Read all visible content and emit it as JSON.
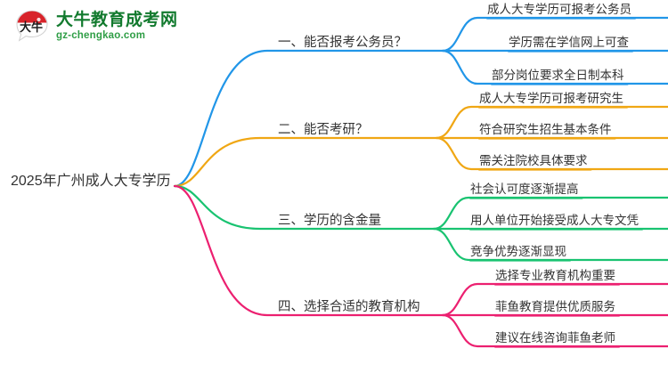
{
  "logo": {
    "mark_name": "da-niu-speech-bubble-logo",
    "mark_text": "大牛",
    "title_cn": "大牛教育成考网",
    "site_url": "gz-chengkao.com",
    "title_color": "#127a2e",
    "url_color": "#2f9e46",
    "accent_color": "#d8232a"
  },
  "mindmap": {
    "root": "2025年广州成人大专学历",
    "branches": [
      {
        "label": "一、能否报考公务员？",
        "color": "#2196E8",
        "children": [
          "成人大专学历可报考公务员",
          "学历需在学信网上可查",
          "部分岗位要求全日制本科"
        ]
      },
      {
        "label": "二、能否考研？",
        "color": "#F0A714",
        "children": [
          "成人大专学历可报考研究生",
          "符合研究生招生基本条件",
          "需关注院校具体要求"
        ]
      },
      {
        "label": "三、学历的含金量",
        "color": "#19C371",
        "children": [
          "社会认可度逐渐提高",
          "用人单位开始接受成人大专文凭",
          "竞争优势逐渐显现"
        ]
      },
      {
        "label": "四、选择合适的教育机构",
        "color": "#EC2070",
        "children": [
          "选择专业教育机构重要",
          "菲鱼教育提供优质服务",
          "建议在线咨询菲鱼老师"
        ]
      }
    ]
  }
}
